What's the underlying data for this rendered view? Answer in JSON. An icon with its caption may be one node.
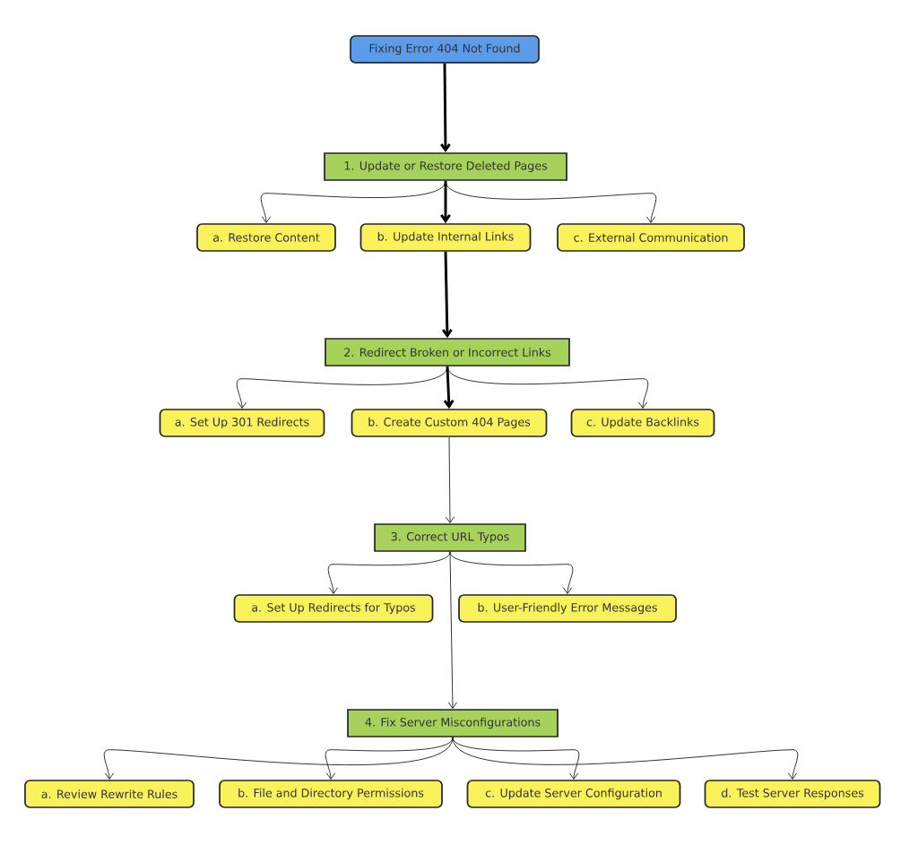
{
  "diagram": {
    "nodes": [
      {
        "text": [
          "Fixing Error 404 Not Found"
        ]
      },
      {
        "text": [
          "1. Update or Restore Deleted Pages"
        ]
      },
      {
        "text": [
          "a. Restore Content"
        ]
      },
      {
        "text": [
          "b. Update Internal Links"
        ]
      },
      {
        "text": [
          "c. External Communication"
        ]
      },
      {
        "text": [
          "2. Redirect Broken or Incorrect Links"
        ]
      },
      {
        "text": [
          "a. Set Up 301 Redirects"
        ]
      },
      {
        "text": [
          "b. Create Custom 404 Pages"
        ]
      },
      {
        "text": [
          "c. Update Backlinks"
        ]
      },
      {
        "text": [
          "3. Correct URL Typos"
        ]
      },
      {
        "text": [
          "a. Set Up Redirects for Typos"
        ]
      },
      {
        "text": [
          "b. User-Friendly Error Messages"
        ]
      },
      {
        "text": [
          "4. Fix Server Misconfigurations"
        ]
      },
      {
        "text": [
          "a. Review Rewrite Rules"
        ]
      },
      {
        "text": [
          "b. File and Directory Permissions"
        ]
      },
      {
        "text": [
          "c. Update Server Configuration"
        ]
      },
      {
        "text": [
          "d. Test Server Responses"
        ]
      }
    ],
    "edges": [
      {
        "from": 0,
        "to": 1,
        "arrow": "to",
        "style": "thick"
      },
      {
        "from": 1,
        "to": 2,
        "arrow": "to"
      },
      {
        "from": 1,
        "to": 3,
        "arrow": "to",
        "style": "thick"
      },
      {
        "from": 1,
        "to": 4,
        "arrow": "to"
      },
      {
        "from": 3,
        "to": 5,
        "arrow": "to",
        "style": "thick"
      },
      {
        "from": 5,
        "to": 6,
        "arrow": "to"
      },
      {
        "from": 5,
        "to": 7,
        "arrow": "to",
        "style": "thick"
      },
      {
        "from": 5,
        "to": 8,
        "arrow": "to"
      },
      {
        "from": 7,
        "to": 9,
        "arrow": "to"
      },
      {
        "from": 9,
        "to": 10,
        "arrow": "to"
      },
      {
        "from": 9,
        "to": 11,
        "arrow": "to"
      },
      {
        "from": 9,
        "to": 12,
        "arrow": "to"
      },
      {
        "from": 12,
        "to": 13,
        "arrow": "to"
      },
      {
        "from": 12,
        "to": 14,
        "arrow": "to"
      },
      {
        "from": 12,
        "to": 15,
        "arrow": "to"
      },
      {
        "from": 12,
        "to": 16,
        "arrow": "to"
      }
    ]
  }
}
